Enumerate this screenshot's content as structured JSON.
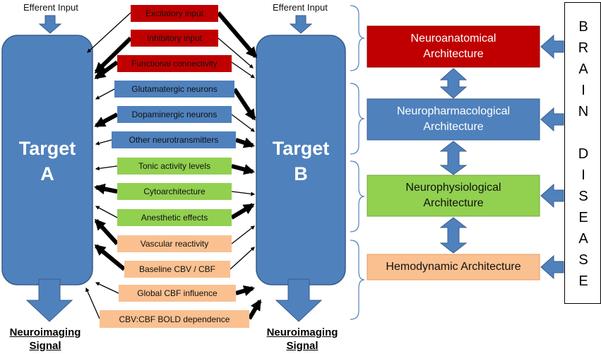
{
  "left_target": {
    "efferent_label": "Efferent Input",
    "title_line1": "Target",
    "title_line2": "A",
    "signal_line1": "Neuroimaging",
    "signal_line2": "Signal"
  },
  "right_target": {
    "efferent_label": "Efferent Input",
    "title_line1": "Target",
    "title_line2": "B",
    "signal_line1": "Neuroimaging",
    "signal_line2": "Signal"
  },
  "factors": [
    {
      "label": "Excitatory input",
      "category": "neuroanatomical"
    },
    {
      "label": "Inhibitory input",
      "category": "neuroanatomical"
    },
    {
      "label": "Functional connectivity",
      "category": "neuroanatomical"
    },
    {
      "label": "Glutamatergic neurons",
      "category": "neuropharmacological"
    },
    {
      "label": "Dopaminergic neurons",
      "category": "neuropharmacological"
    },
    {
      "label": "Other neurotransmitters",
      "category": "neuropharmacological"
    },
    {
      "label": "Tonic activity levels",
      "category": "neurophysiological"
    },
    {
      "label": "Cytoarchitecture",
      "category": "neurophysiological"
    },
    {
      "label": "Anesthetic effects",
      "category": "neurophysiological"
    },
    {
      "label": "Vascular reactivity",
      "category": "hemodynamic"
    },
    {
      "label": "Baseline CBV / CBF",
      "category": "hemodynamic"
    },
    {
      "label": "Global CBF influence",
      "category": "hemodynamic"
    },
    {
      "label": "CBV:CBF BOLD dependence",
      "category": "hemodynamic"
    }
  ],
  "architectures": [
    {
      "line1": "Neuroanatomical",
      "line2": "Architecture",
      "category": "neuroanatomical"
    },
    {
      "line1": "Neuropharmacological",
      "line2": "Architecture",
      "category": "neuropharmacological"
    },
    {
      "line1": "Neurophysiological",
      "line2": "Architecture",
      "category": "neurophysiological"
    },
    {
      "line1": "Hemodynamic Architecture",
      "line2": "",
      "category": "hemodynamic"
    }
  ],
  "brain_disease": {
    "letters": [
      "B",
      "R",
      "A",
      "I",
      "N",
      "",
      "D",
      "I",
      "S",
      "E",
      "A",
      "S",
      "E"
    ]
  },
  "colors": {
    "neuroanatomical": "#c00000",
    "neuropharmacological": "#4f81bd",
    "neurophysiological": "#92d050",
    "hemodynamic": "#fac090",
    "target_fill": "#4f81bd",
    "arrow_fill": "#4f81bd",
    "connector": "#000000",
    "bracket": "#4f81bd"
  }
}
